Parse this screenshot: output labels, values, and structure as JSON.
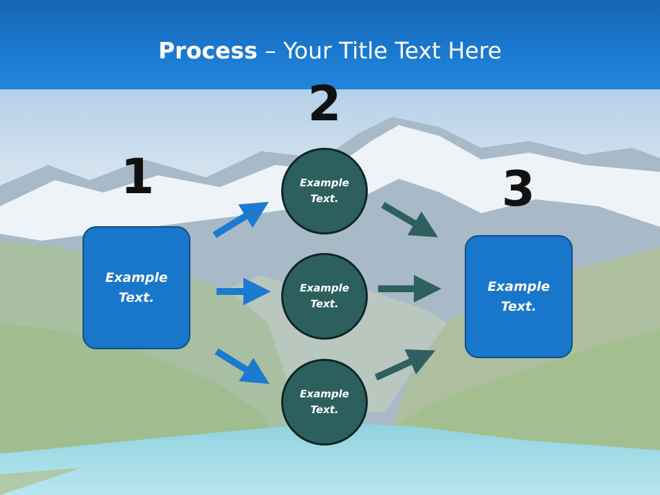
{
  "title": {
    "bold": "Process",
    "rest": " – Your Title Text Here"
  },
  "steps": [
    {
      "number": "1",
      "text": "Example\nText."
    },
    {
      "number": "2",
      "text": "Example\nText."
    },
    {
      "number": "3",
      "text": "Example\nText."
    }
  ],
  "circles": [
    {
      "text": "Example\nText."
    },
    {
      "text": "Example\nText."
    },
    {
      "text": "Example\nText."
    }
  ],
  "colors": {
    "header": "#1b78cf",
    "box_fill": "#1876cb",
    "circle_fill": "#2e5f5f",
    "arrow_blue": "#1c7ad0",
    "arrow_teal": "#2e6060"
  }
}
